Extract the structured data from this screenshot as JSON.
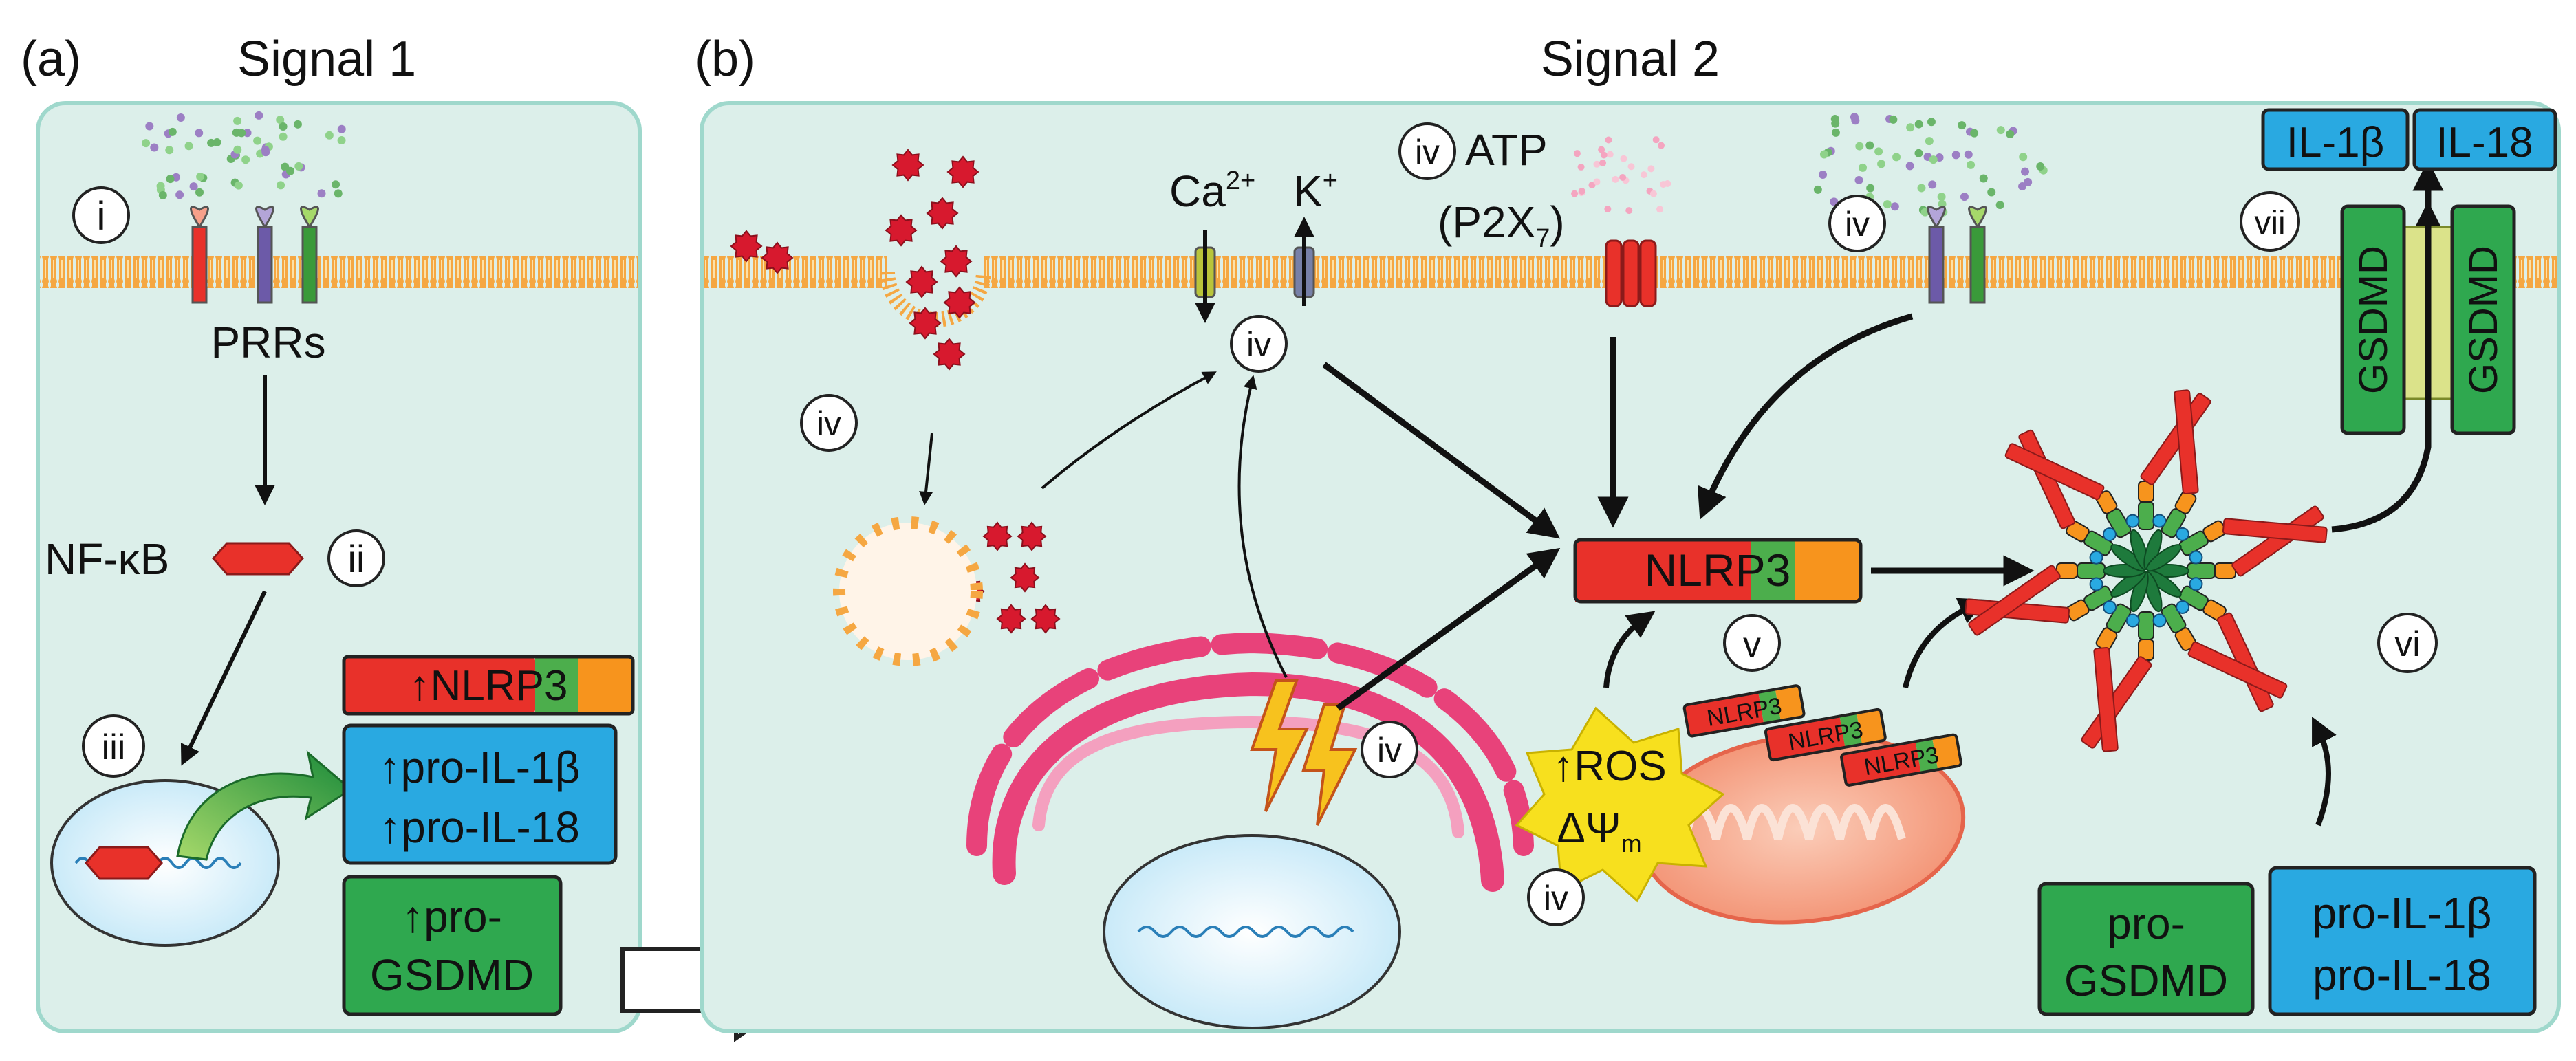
{
  "panels": {
    "a": {
      "letter": "(a)",
      "title": "Signal 1",
      "prrs_label": "PRRs",
      "nfkb_label": "NF-κB",
      "roman_i": "i",
      "roman_ii": "ii",
      "roman_iii": "iii",
      "nlrp3_upregulated": "↑NLRP3",
      "pro_il1b_upregulated": "↑pro-IL-1β",
      "pro_il18_upregulated": "↑pro-IL-18",
      "pro_gsdmd_line1": "↑pro-",
      "pro_gsdmd_line2": "GSDMD"
    },
    "b": {
      "letter": "(b)",
      "title": "Signal 2",
      "roman_iv": "iv",
      "roman_v": "v",
      "roman_vi": "vi",
      "roman_vii": "vii",
      "ca_label": "Ca",
      "ca_charge": "2+",
      "k_label": "K",
      "k_charge": "+",
      "atp_label": "ATP",
      "p2x7_label": "(P2X",
      "p2x7_sub": "7",
      "p2x7_close": ")",
      "nlrp3_label": "NLRP3",
      "nlrp3_small": "NLRP3",
      "ros_label": "↑ROS",
      "dpsi_label": "ΔΨ",
      "dpsi_sub": "m",
      "il1b_label": "IL-1β",
      "il18_label": "IL-18",
      "gsdmd_label": "GSDMD",
      "pro_gsdmd_line1": "pro-",
      "pro_gsdmd_line2": "GSDMD",
      "pro_il1b": "pro-IL-1β",
      "pro_il18": "pro-IL-18"
    }
  },
  "colors": {
    "cell_fill": "#dcefea",
    "cell_stroke": "#9fd8cc",
    "membrane": "#f5a742",
    "nlrp3_red": "#e8312a",
    "nlrp3_green": "#4cae4c",
    "nlrp3_orange": "#f7941d",
    "cytokine_blue": "#29a9e1",
    "gsdmd_green": "#2fa84f",
    "particle_red": "#d7192e",
    "ros_yellow": "#f7e01e",
    "mito": "#f6a890",
    "er_pink": "#e8427a",
    "nucleus": "#dff3fb"
  }
}
